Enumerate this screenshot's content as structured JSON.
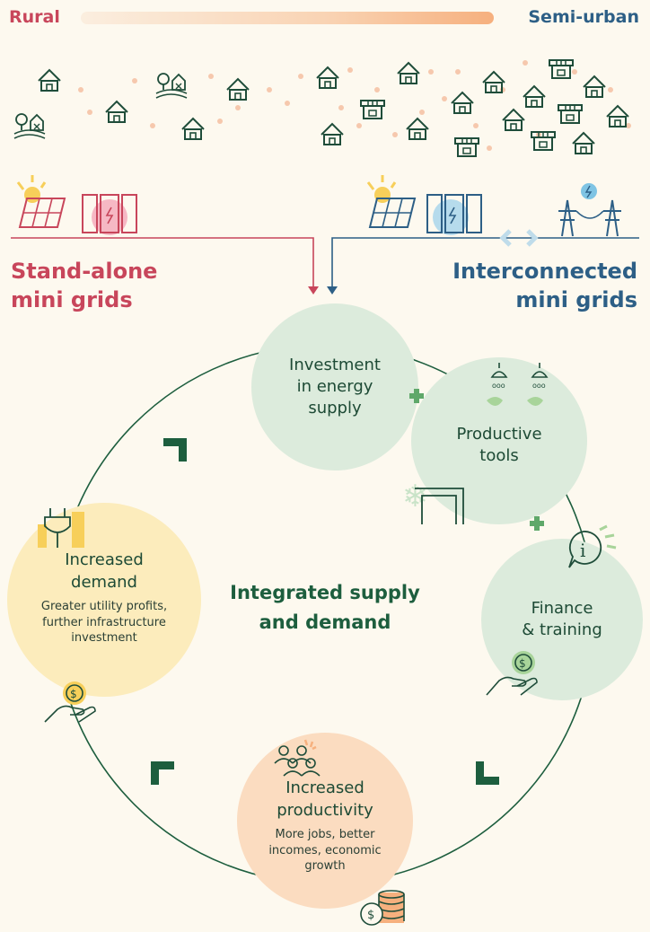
{
  "header": {
    "left_label": "Rural",
    "right_label": "Semi-urban"
  },
  "grids": {
    "standalone": [
      "Stand-alone",
      "mini grids"
    ],
    "interconnected": [
      "Interconnected",
      "mini grids"
    ]
  },
  "center": [
    "Integrated supply",
    "and demand"
  ],
  "cycle": {
    "supply": [
      "Investment",
      "in energy",
      "supply"
    ],
    "tools": [
      "Productive",
      "tools"
    ],
    "finance": [
      "Finance",
      "& training"
    ],
    "productivity": {
      "title": [
        "Increased",
        "productivity"
      ],
      "desc": [
        "More jobs, better",
        "incomes, economic",
        "growth"
      ]
    },
    "demand": {
      "title": [
        "Increased",
        "demand"
      ],
      "desc": [
        "Greater utility profits,",
        "further infrastructure",
        "investment"
      ]
    }
  },
  "colors": {
    "red": "#c8465b",
    "blue": "#2d5f86",
    "green": "#1d5e3e",
    "mint": "#dcebdc",
    "yellow": "#fcecbc",
    "peach": "#fbdcc0"
  }
}
